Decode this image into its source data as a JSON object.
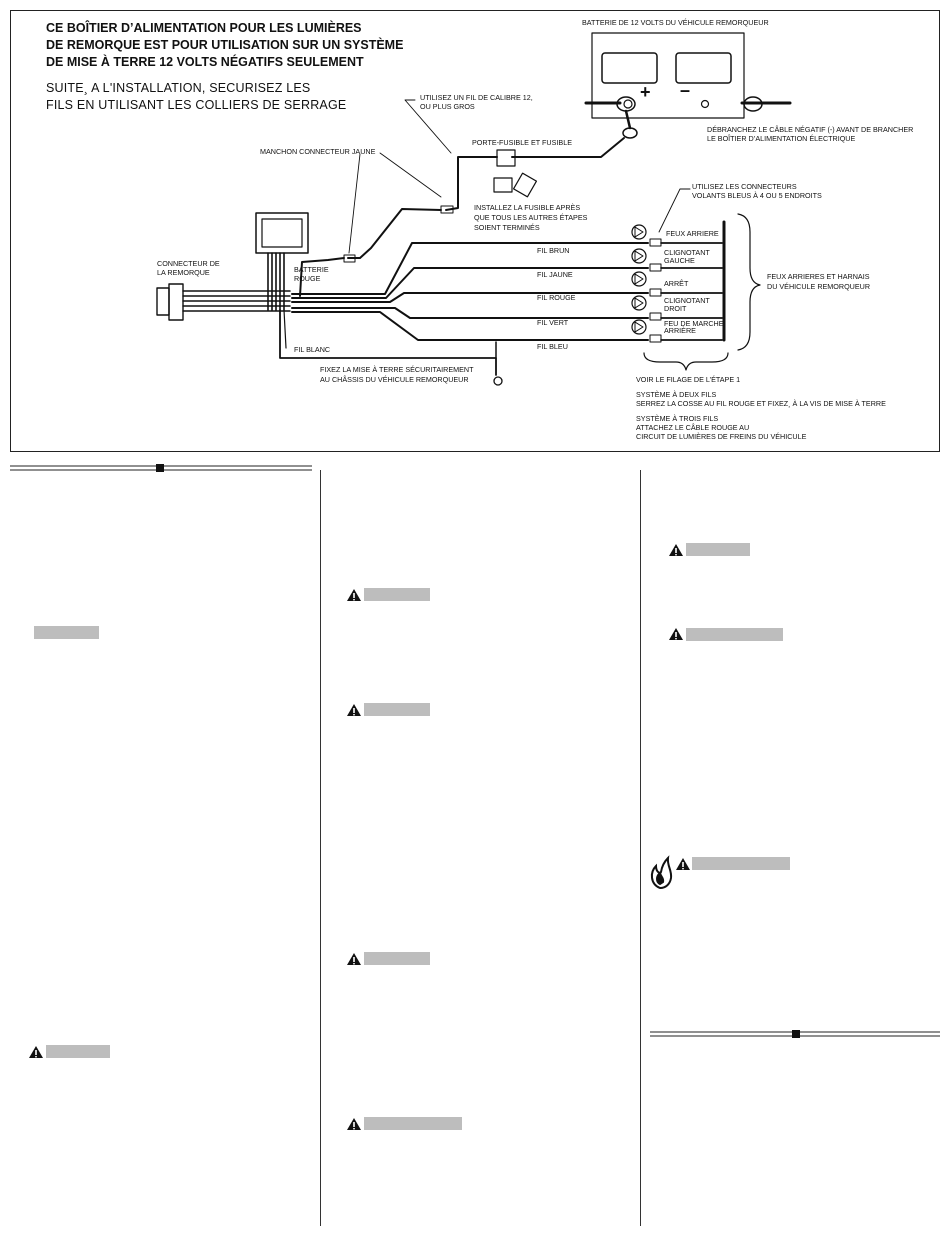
{
  "heading": {
    "line1": "CE BOÎTIER D’ALIMENTATION POUR LES LUMIÈRES",
    "line2": "DE REMORQUE EST POUR UTILISATION SUR UN SYSTÈME",
    "line3": "DE MISE À TERRE 12 VOLTS NÉGATIFS SEULEMENT"
  },
  "subheading": {
    "line1": "SUITE¸ A L'INSTALLATION, SECURISEZ LES",
    "line2": "FILS EN UTILISANT LES COLLIERS DE SERRAGE"
  },
  "labels": {
    "battery": "BATTERIE DE 12 VOLTS DU VÉHICULE REMORQUEUR",
    "plus": "+",
    "minus": "–",
    "gauge1": "UTILISEZ UN FIL DE CALIBRE 12,",
    "gauge2": "OU PLUS GROS",
    "fuse_holder": "PORTE-FUSIBLE ET FUSIBLE",
    "disconnect1": "DÉBRANCHEZ LE CÂBLE NÉGATIF (-) AVANT DE BRANCHER",
    "disconnect2": "LE BOÎTIER D’ALIMENTATION ÉLECTRIQUE",
    "yellow_sleeve": "MANCHON CONNECTEUR JAUNE",
    "fuse_install1": "INSTALLEZ LA FUSIBLE APRÈS",
    "fuse_install2": "QUE TOUS LES AUTRES ÉTAPES",
    "fuse_install3": "SOIENT TERMINÉS",
    "blue_conn1": "UTILISEZ LES CONNECTEURS",
    "blue_conn2": "VOLANTS BLEUS À 4 OU 5 ENDROITS",
    "trailer_conn1": "CONNECTEUR DE",
    "trailer_conn2": "LA REMORQUE",
    "red_batt1": "BATTERIE",
    "red_batt2": "ROUGE",
    "fil_brun": "FIL BRUN",
    "fil_jaune": "FIL JAUNE",
    "fil_rouge": "FIL ROUGE",
    "fil_vert": "FIL VERT",
    "fil_bleu": "FIL BLEU",
    "fil_blanc": "FIL BLANC",
    "feux_arriere": "FEUX ARRIERE",
    "clign_gauche1": "CLIGNOTANT",
    "clign_gauche2": "GAUCHE",
    "arret": "ARRÊT",
    "clign_droit1": "CLIGNOTANT",
    "clign_droit2": "DROIT",
    "feu_marche1": "FEU DE MARCHE",
    "feu_marche2": "ARRIÈRE",
    "harness1": "FEUX ARRIERES ET HARNAIS",
    "harness2": "DU VÉHICULE REMORQUEUR",
    "ground1": "FIXEZ LA MISE À TERRE SÉCURITAIREMENT",
    "ground2": "AU CHÂSSIS DU VÉHICULE REMORQUEUR",
    "step1": "VOIR LE FILAGE DE L’ÉTAPE 1",
    "two_wire1": "SYSTÈME À DEUX FILS",
    "two_wire2": "SERREZ LA COSSE AU FIL ROUGE ET FIXEZ¸ À LA VIS DE MISE À TERRE",
    "three_wire1": "SYSTÈME À TROIS FILS",
    "three_wire2": "ATTACHEZ LE CÂBLE ROUGE AU",
    "three_wire3": "CIRCUIT DE LUMIÈRES DE FREINS DU VÉHICULE"
  },
  "icons": [
    "warning-icon",
    "flame-icon",
    "lamp-icon",
    "battery-icon",
    "fuse-icon"
  ]
}
